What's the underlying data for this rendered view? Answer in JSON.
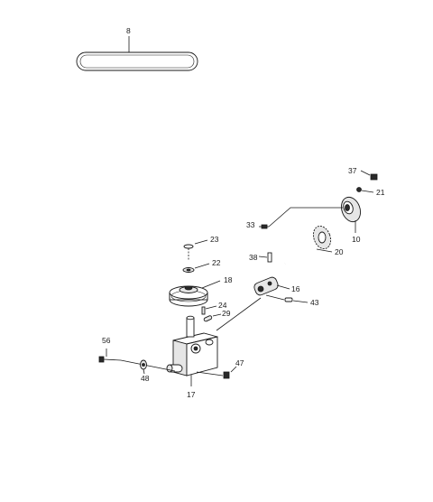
{
  "callouts": {
    "c8": "8",
    "c37": "37",
    "c21": "21",
    "c33": "33",
    "c10": "10",
    "c23": "23",
    "c38": "38",
    "c20": "20",
    "c22": "22",
    "c18": "18",
    "c16": "16",
    "c43": "43",
    "c24": "24",
    "c29": "29",
    "c56": "56",
    "c48": "48",
    "c47": "47",
    "c17": "17"
  }
}
